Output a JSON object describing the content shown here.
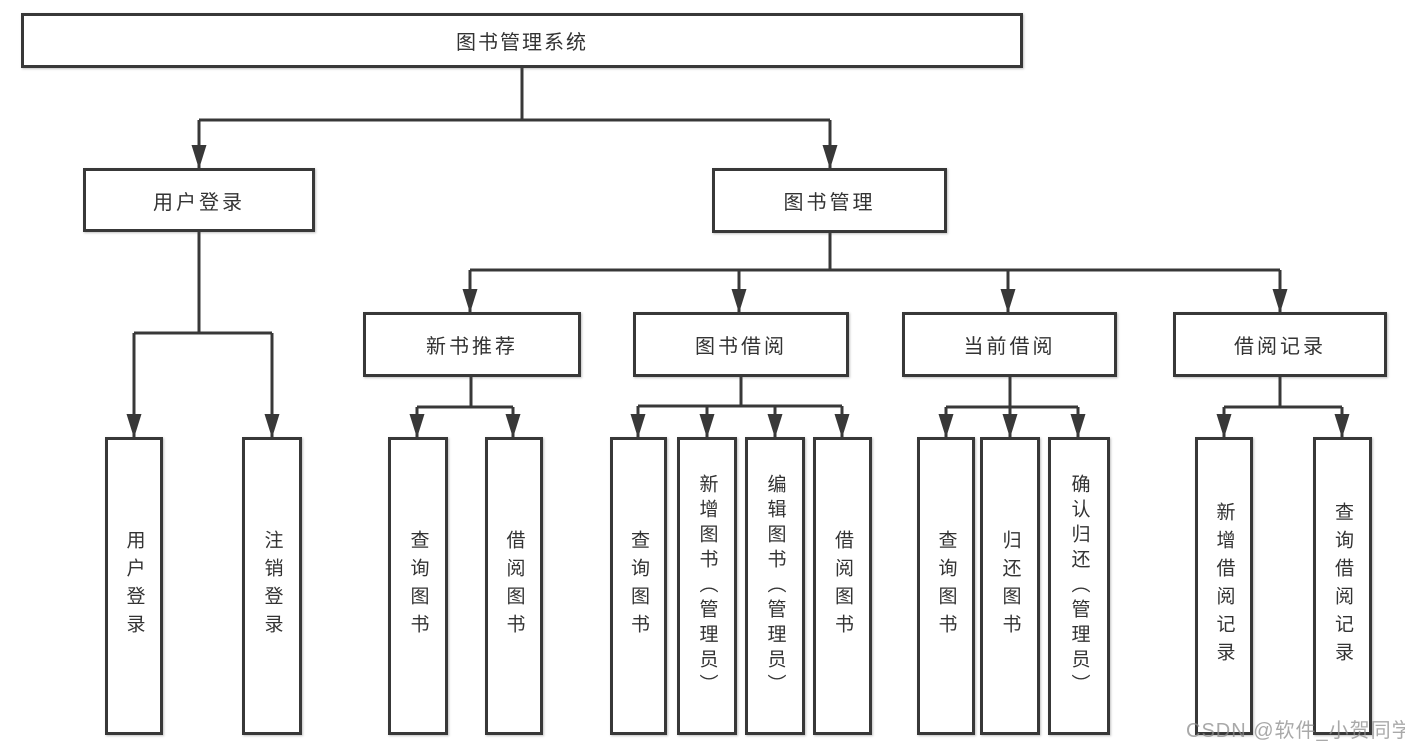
{
  "diagram_title": "图书管理系统",
  "tree": {
    "label": "图书管理系统",
    "children": [
      {
        "label": "用户登录",
        "children": [
          {
            "label": "用户登录"
          },
          {
            "label": "注销登录"
          }
        ]
      },
      {
        "label": "图书管理",
        "children": [
          {
            "label": "新书推荐",
            "children": [
              {
                "label": "查询图书"
              },
              {
                "label": "借阅图书"
              }
            ]
          },
          {
            "label": "图书借阅",
            "children": [
              {
                "label": "查询图书"
              },
              {
                "label": "新增图书（管理员）"
              },
              {
                "label": "编辑图书（管理员）"
              },
              {
                "label": "借阅图书"
              }
            ]
          },
          {
            "label": "当前借阅",
            "children": [
              {
                "label": "查询图书"
              },
              {
                "label": "归还图书"
              },
              {
                "label": "确认归还（管理员）"
              }
            ]
          },
          {
            "label": "借阅记录",
            "children": [
              {
                "label": "新增借阅记录"
              },
              {
                "label": "查询借阅记录"
              }
            ]
          }
        ]
      }
    ]
  },
  "watermark": {
    "text": "CSDN @软件_小贺同学"
  },
  "colors": {
    "line": "#383838",
    "box_border": "#383838",
    "box_fill": "#ffffff",
    "text": "#333333",
    "watermark": "#8c8c8c"
  }
}
